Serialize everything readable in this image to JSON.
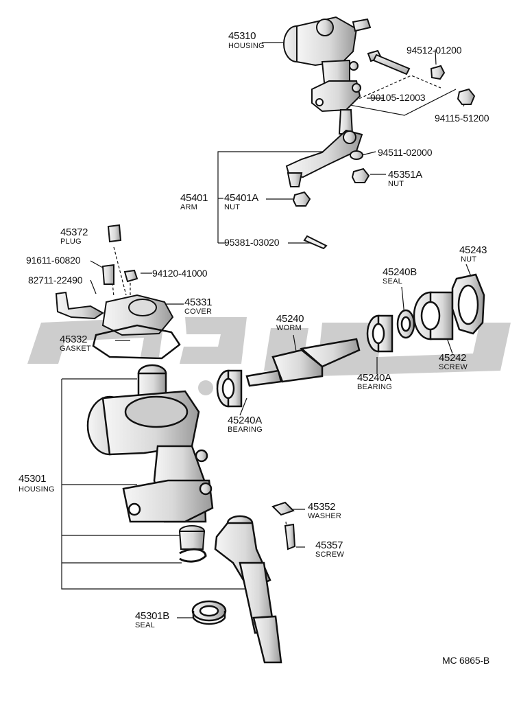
{
  "watermark": {
    "color": "#c8c8c8"
  },
  "colors": {
    "ink": "#111111",
    "part_fill": "#e6e6e6",
    "shadow": "#8a8a8a"
  },
  "labels": {
    "p45310": {
      "number": "45310",
      "name": "HOUSING"
    },
    "p94512": {
      "number": "94512-01200"
    },
    "p90105": {
      "number": "90105-12003"
    },
    "p94115": {
      "number": "94115-51200"
    },
    "p94511": {
      "number": "94511-02000"
    },
    "p45351a": {
      "number": "45351A",
      "name": "NUT"
    },
    "p45401": {
      "number": "45401",
      "name": "ARM"
    },
    "p45401a": {
      "number": "45401A",
      "name": "NUT"
    },
    "p95381": {
      "number": "95381-03020"
    },
    "p45372": {
      "number": "45372",
      "name": "PLUG"
    },
    "p91611": {
      "number": "91611-60820"
    },
    "p94120": {
      "number": "94120-41000"
    },
    "p82711": {
      "number": "82711-22490"
    },
    "p45331": {
      "number": "45331",
      "name": "COVER"
    },
    "p45332": {
      "number": "45332",
      "name": "GASKET"
    },
    "p45240": {
      "number": "45240",
      "name": "WORM"
    },
    "p45240b": {
      "number": "45240B",
      "name": "SEAL"
    },
    "p45243": {
      "number": "45243",
      "name": "NUT"
    },
    "p45240a1": {
      "number": "45240A",
      "name": "BEARING"
    },
    "p45242": {
      "number": "45242",
      "name": "SCREW"
    },
    "p45240a2": {
      "number": "45240A",
      "name": "BEARING"
    },
    "p45301": {
      "number": "45301",
      "name": "HOUSING"
    },
    "p45352": {
      "number": "45352",
      "name": "WASHER"
    },
    "p45357": {
      "number": "45357",
      "name": "SCREW"
    },
    "p45301b": {
      "number": "45301B",
      "name": "SEAL"
    }
  },
  "diagram_code": "MC  6865-B"
}
